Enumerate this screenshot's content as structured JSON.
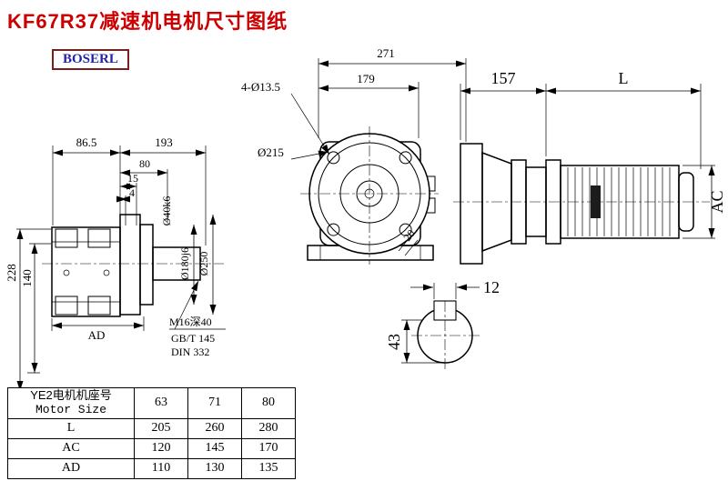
{
  "page": {
    "title": "KF67R37减速机电机尺寸图纸",
    "logo": "BOSERL"
  },
  "front_view": {
    "dim_total_width": "271",
    "dim_bolt_span": "179",
    "bolt_holes": "4-Ø13.5",
    "flange_diameter": "Ø215",
    "dim_20": "20"
  },
  "side_view": {
    "dim_157": "157",
    "dim_motor_length": "L",
    "dim_motor_height": "AC"
  },
  "output_view": {
    "dim_86_5": "86.5",
    "dim_193": "193",
    "dim_80": "80",
    "dim_15": "15",
    "dim_4": "4",
    "dim_228": "228",
    "dim_140": "140",
    "dim_AD": "AD",
    "shaft_diameter": "Ø40k6",
    "spigot_diameter": "Ø180j6",
    "flange_diameter": "Ø250",
    "tap_note": "M16深40",
    "std_note_1": "GB/T 145",
    "std_note_2": "DIN 332"
  },
  "key_section": {
    "key_width": "12",
    "dim_43": "43"
  },
  "table": {
    "header_cn": "YE2电机机座号",
    "header_en": "Motor Size",
    "sizes": [
      "63",
      "71",
      "80"
    ],
    "rows": [
      {
        "label": "L",
        "values": [
          "205",
          "260",
          "280"
        ]
      },
      {
        "label": "AC",
        "values": [
          "120",
          "145",
          "170"
        ]
      },
      {
        "label": "AD",
        "values": [
          "110",
          "130",
          "135"
        ]
      }
    ]
  }
}
